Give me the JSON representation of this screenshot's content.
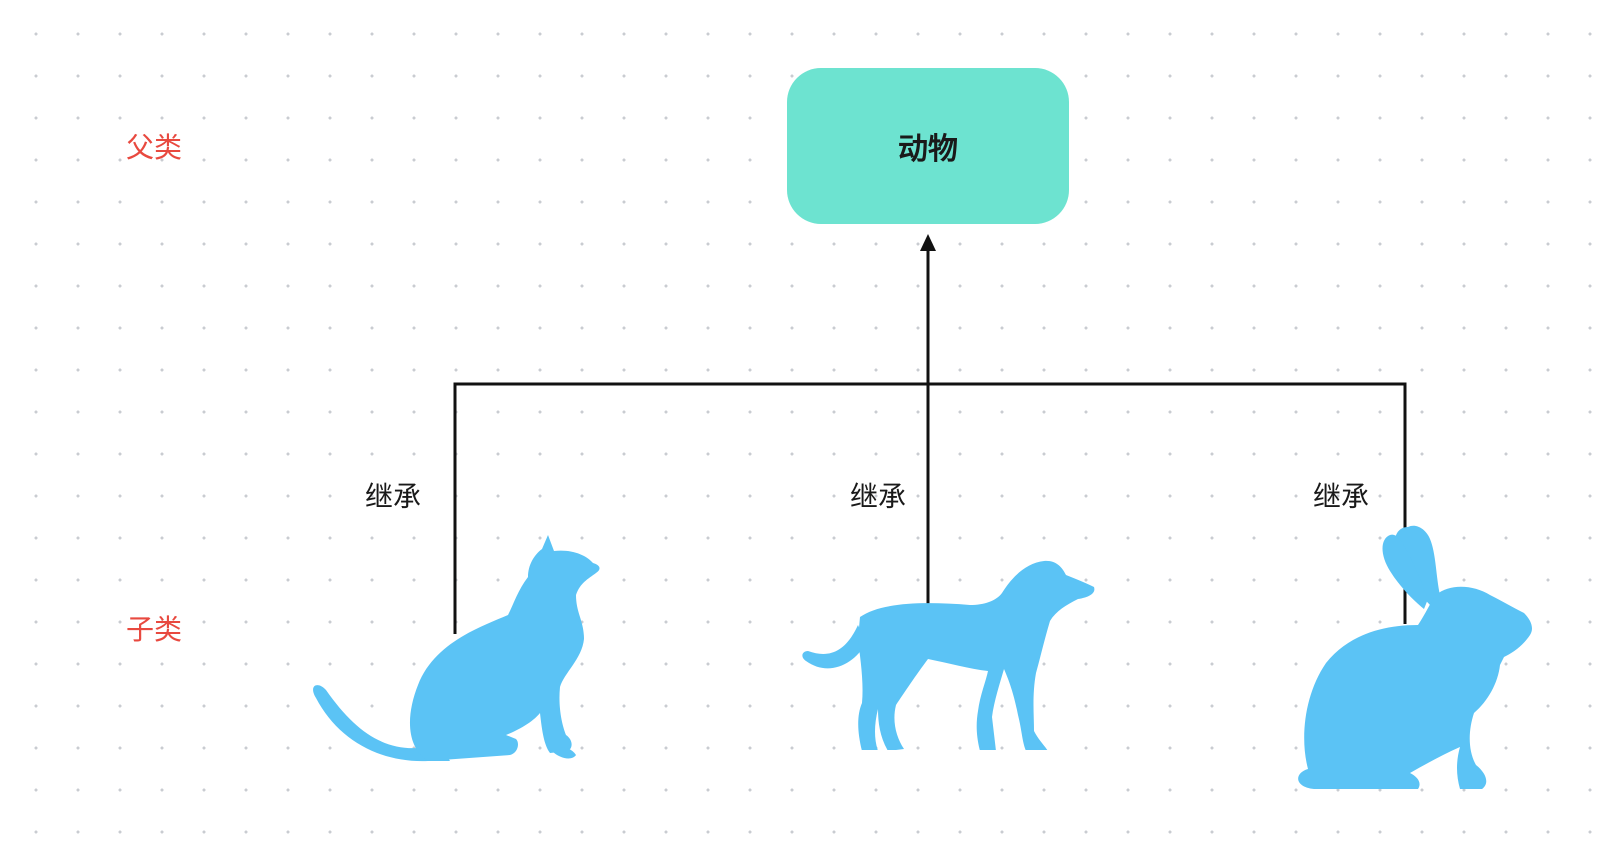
{
  "labels": {
    "parent_tier": "父类",
    "child_tier": "子类"
  },
  "parent_node": {
    "text": "动物",
    "color": "#6de3d0"
  },
  "edges": [
    {
      "label": "继承",
      "child": "cat-icon"
    },
    {
      "label": "继承",
      "child": "dog-icon"
    },
    {
      "label": "继承",
      "child": "rabbit-icon"
    }
  ],
  "colors": {
    "tier_label": "#e8493f",
    "animal_fill": "#5bc3f5",
    "connector": "#111111"
  }
}
